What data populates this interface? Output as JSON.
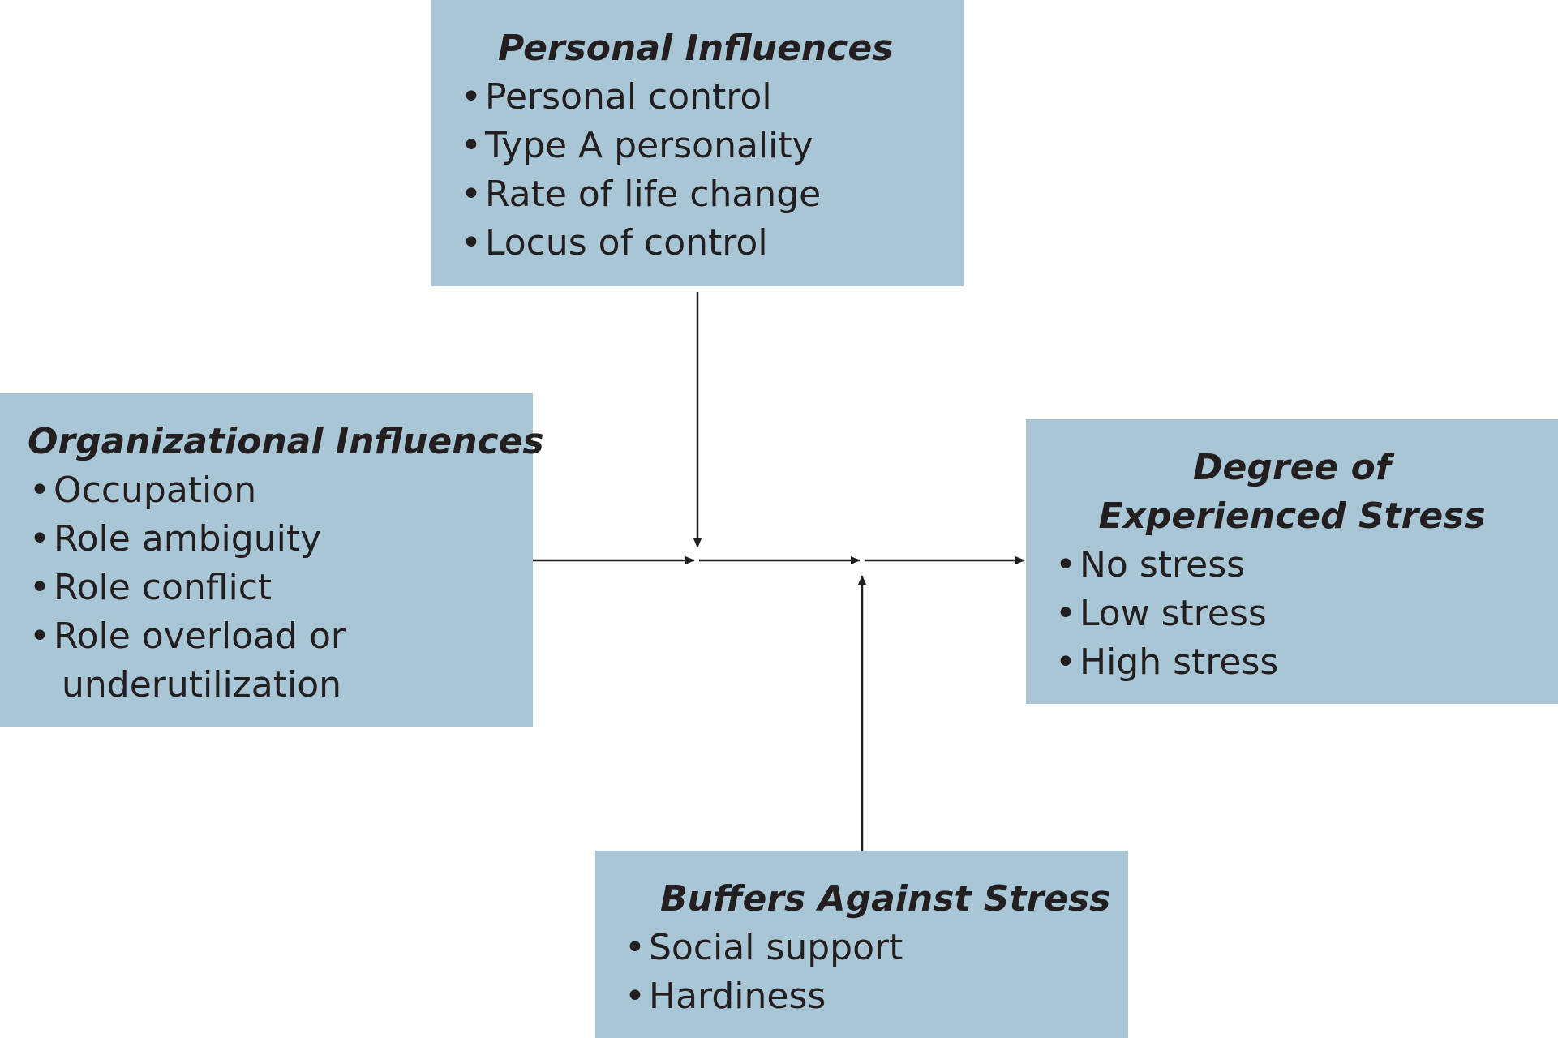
{
  "personal": {
    "title": "Personal Influences",
    "items": [
      "Personal control",
      "Type A personality",
      "Rate of life change",
      "Locus of control"
    ]
  },
  "organizational": {
    "title": "Organizational Influences",
    "items": [
      "Occupation",
      "Role ambiguity",
      "Role conflict",
      "Role overload or",
      "underutilization"
    ]
  },
  "degree": {
    "title_line1": "Degree of",
    "title_line2": "Experienced Stress",
    "items": [
      "No stress",
      "Low stress",
      "High stress"
    ]
  },
  "buffers": {
    "title": "Buffers Against Stress",
    "items": [
      "Social support",
      "Hardiness"
    ]
  },
  "colors": {
    "box_fill": "#a9c6d7",
    "text": "#231f20",
    "arrow": "#231f20"
  }
}
